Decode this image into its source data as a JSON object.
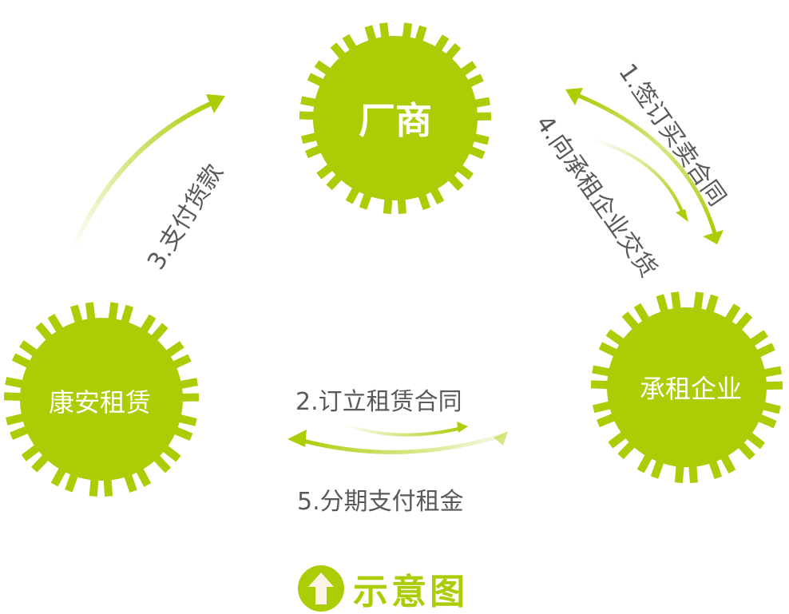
{
  "colors": {
    "accent": "#aacd06",
    "text": "#595959",
    "white": "#ffffff"
  },
  "nodes": {
    "manufacturer": "厂商",
    "kangan": "康安租赁",
    "lessee": "承租企业"
  },
  "steps": {
    "s1": "1.签订买卖合同",
    "s2": "2.订立租赁合同",
    "s3": "3.支付货款",
    "s4": "4.向承租企业交货",
    "s5": "5.分期支付租金"
  },
  "legend": {
    "label": "示意图",
    "icon": "arrow-up-circle-icon"
  }
}
